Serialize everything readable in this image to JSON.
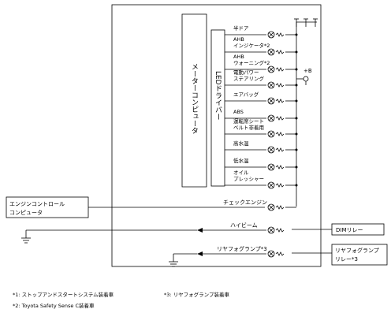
{
  "blocks": {
    "meter_computer": "メーターコンピュータ",
    "led_driver": "LEDドライバー",
    "engine_ecu": [
      "エンジンコントロール",
      "コンピュータ"
    ],
    "dim_relay": "DIMリレー",
    "rear_fog_relay": [
      "リヤフォグランプ",
      "リレー*3"
    ]
  },
  "indicators": [
    {
      "lines": [
        "半ドア"
      ]
    },
    {
      "lines": [
        "AHB",
        "インジケータ*2"
      ]
    },
    {
      "lines": [
        "AHB",
        "ウォーニング*2"
      ]
    },
    {
      "lines": [
        "電動パワー",
        "ステアリング"
      ]
    },
    {
      "lines": [
        "エアバッグ"
      ]
    },
    {
      "lines": [
        "ABS"
      ]
    },
    {
      "lines": [
        "運転席シート",
        "ベルト非着用"
      ]
    },
    {
      "lines": [
        "高水温"
      ]
    },
    {
      "lines": [
        "低水温"
      ]
    },
    {
      "lines": [
        "オイル",
        "プレッシャー"
      ]
    }
  ],
  "outside_lamps": {
    "check_engine": "チェックエンジン",
    "high_beam": "ハイビーム",
    "rear_fog": "リヤフォグランプ*3"
  },
  "supply": {
    "plus_b": "+B"
  },
  "notes": {
    "n1": "*1: ストップアンドスタートシステム装着車",
    "n3": "*3: リヤフォグランプ装着車",
    "n2": "*2: Toyota Safety Sense C装着車"
  }
}
